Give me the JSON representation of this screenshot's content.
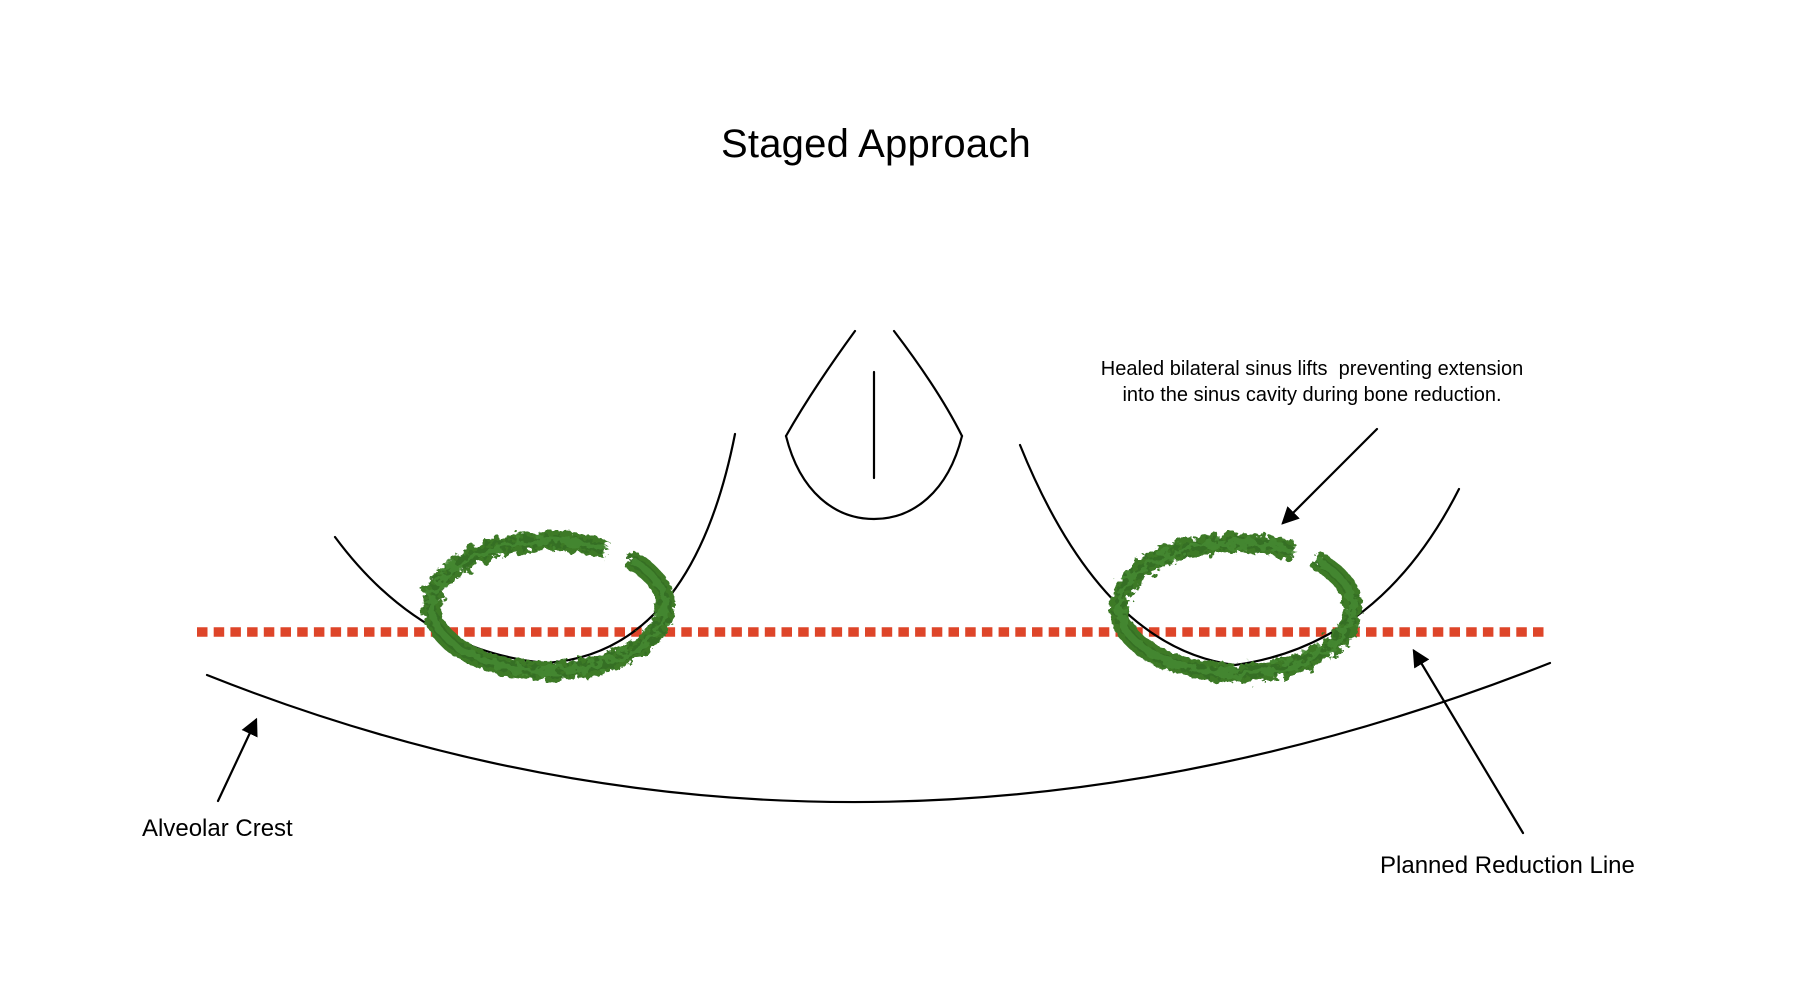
{
  "title": "Staged Approach",
  "annotation": {
    "line1": "Healed bilateral sinus lifts  preventing extension",
    "line2": "into the sinus cavity during bone reduction."
  },
  "labels": {
    "alveolar_crest": "Alveolar Crest",
    "planned_reduction_line": "Planned Reduction Line"
  },
  "colors": {
    "sinus_lift_green": "#3C7A28",
    "reduction_line_red": "#DE4529",
    "outline_black": "#000000"
  }
}
